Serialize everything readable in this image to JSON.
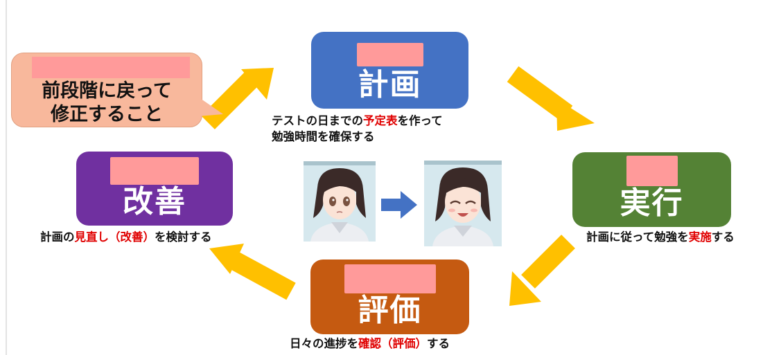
{
  "colors": {
    "plan": "#4472c4",
    "do": "#548235",
    "check": "#c55a11",
    "act": "#7030a0",
    "arrow": "#ffc000",
    "callout": "#f8b89c",
    "highlight": "#e00000",
    "redaction": "#ff9a9a"
  },
  "boxes": {
    "plan": {
      "title": "計画"
    },
    "do": {
      "title": "実行"
    },
    "check": {
      "title": "評価"
    },
    "act": {
      "title": "改善"
    }
  },
  "captions": {
    "plan": {
      "line1_pre": "テストの日までの",
      "line1_hl": "予定表",
      "line1_post": "を作って",
      "line2": "勉強時間を確保する"
    },
    "do": {
      "pre": "計画に従って勉強を",
      "hl": "実施",
      "post": "する"
    },
    "check": {
      "pre": "日々の進捗を",
      "hl": "確認（評価）",
      "post": "する"
    },
    "act": {
      "pre": "計画の",
      "hl": "見直し（改善）",
      "post": "を検討する"
    }
  },
  "callout": {
    "line1": "前段階に戻って",
    "line2": "修正すること"
  },
  "icons": {
    "before": "worried-girl-avatar",
    "after": "smiling-girl-avatar",
    "transition": "right-arrow-icon"
  }
}
